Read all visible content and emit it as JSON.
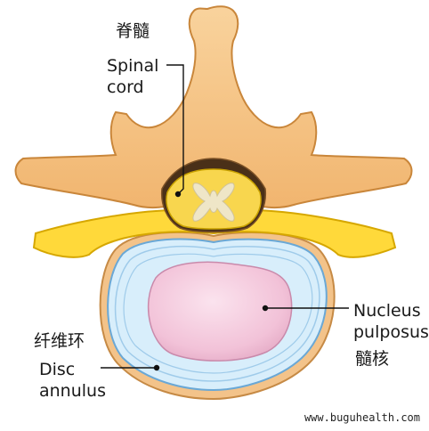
{
  "labels": {
    "spinal_cord_cn": "脊髓",
    "spinal_cord_en_1": "Spinal",
    "spinal_cord_en_2": "cord",
    "nucleus_en_1": "Nucleus",
    "nucleus_en_2": "pulposus",
    "nucleus_cn": "髓核",
    "annulus_cn": "纤维环",
    "annulus_en_1": "Disc",
    "annulus_en_2": "annulus"
  },
  "watermark": "www.buguhealth.com",
  "colors": {
    "bone": "#f5c487",
    "bone_outline": "#d48f3c",
    "nerve_root": "#ffd93a",
    "cord_fill": "#f8d64e",
    "cord_grey": "#efe6c7",
    "disc_ring": "#d9eefb",
    "disc_ring_outline": "#6aa8d6",
    "nucleus": "#f3c6dc",
    "text": "#1a1a1a",
    "leader_line": "#111111"
  }
}
